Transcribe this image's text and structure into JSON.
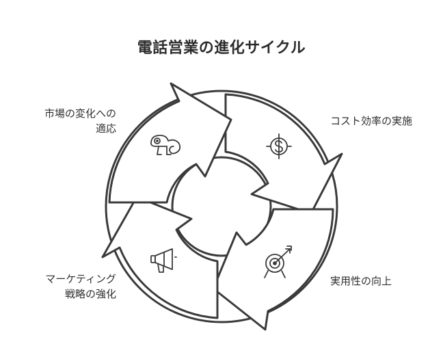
{
  "title": "電話営業の進化サイクル",
  "steps": {
    "top_left": {
      "line1": "市場の変化への",
      "line2": "適応",
      "icon": "chameleon-icon"
    },
    "top_right": {
      "line1": "コスト効率の実施",
      "line2": "",
      "icon": "dollar-target-icon"
    },
    "bottom_right": {
      "line1": "実用性の向上",
      "line2": "",
      "icon": "target-arrow-icon"
    },
    "bottom_left": {
      "line1": "マーケティング",
      "line2": "戦略の強化",
      "icon": "megaphone-icon"
    }
  },
  "colors": {
    "stroke": "#3a3a3a",
    "fill": "#ffffff",
    "text": "#2b2b2b"
  }
}
